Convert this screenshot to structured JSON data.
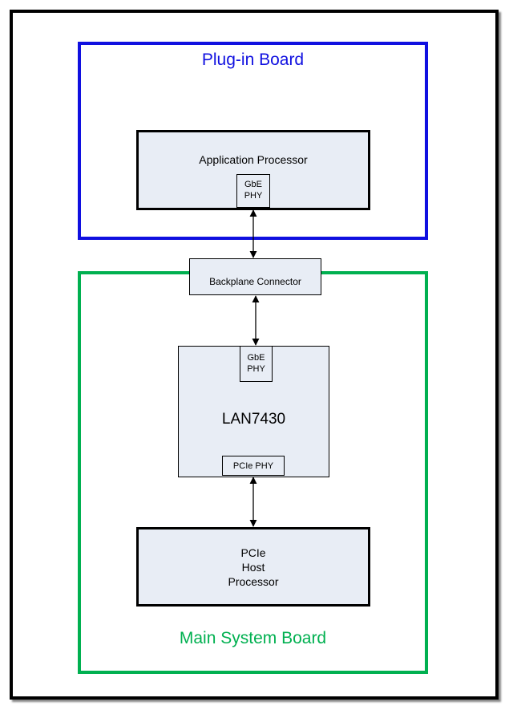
{
  "plugin_board": {
    "title": "Plug-in Board",
    "color": "#1010e0"
  },
  "main_board": {
    "title": "Main System Board",
    "color": "#00b050"
  },
  "application_processor": {
    "label": "Application Processor",
    "phy": {
      "line1": "GbE",
      "line2": "PHY"
    }
  },
  "backplane_connector": {
    "label": "Backplane Connector"
  },
  "lan7430": {
    "label": "LAN7430",
    "gbe_phy": {
      "line1": "GbE",
      "line2": "PHY"
    },
    "pcie_phy": {
      "label": "PCIe PHY"
    }
  },
  "host_processor": {
    "line1": "PCIe",
    "line2": "Host",
    "line3": "Processor"
  },
  "colors": {
    "block_fill": "#e8edf5",
    "outline": "#000000"
  }
}
